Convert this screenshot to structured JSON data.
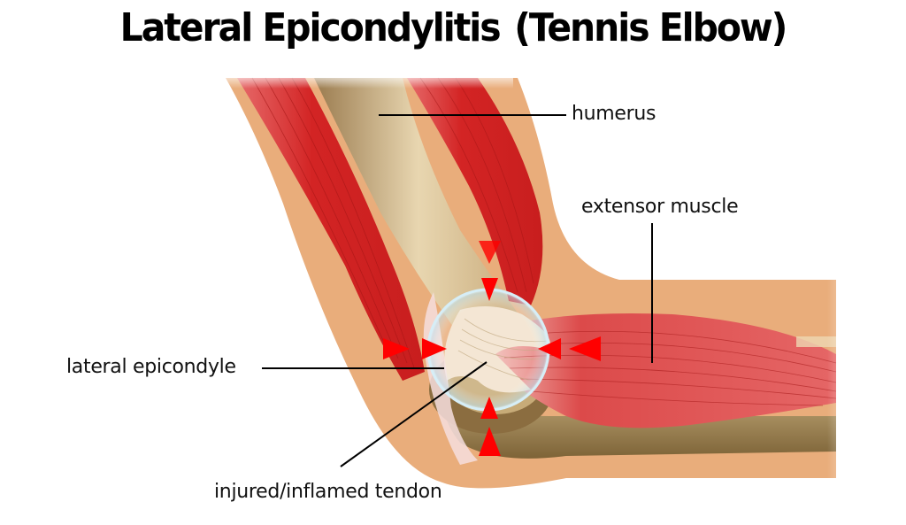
{
  "title": {
    "part1": "Lateral Epicondylitis",
    "part2": "(Tennis Elbow)"
  },
  "labels": {
    "humerus": "humerus",
    "extensor_muscle": "extensor muscle",
    "lateral_epicondyle": "lateral epicondyle",
    "tendon": "injured/inflamed tendon"
  },
  "colors": {
    "skin": "#e9ad7b",
    "muscle": "#d42a2a",
    "bone": "#c9a97c",
    "arrow": "#ff0000",
    "line": "#000000"
  },
  "indicators": {
    "arrows": [
      "down-arrow-top",
      "right-arrow-left",
      "left-arrow-right",
      "up-arrow-bottom"
    ],
    "highlight": "inflamed-tendon-circle"
  }
}
